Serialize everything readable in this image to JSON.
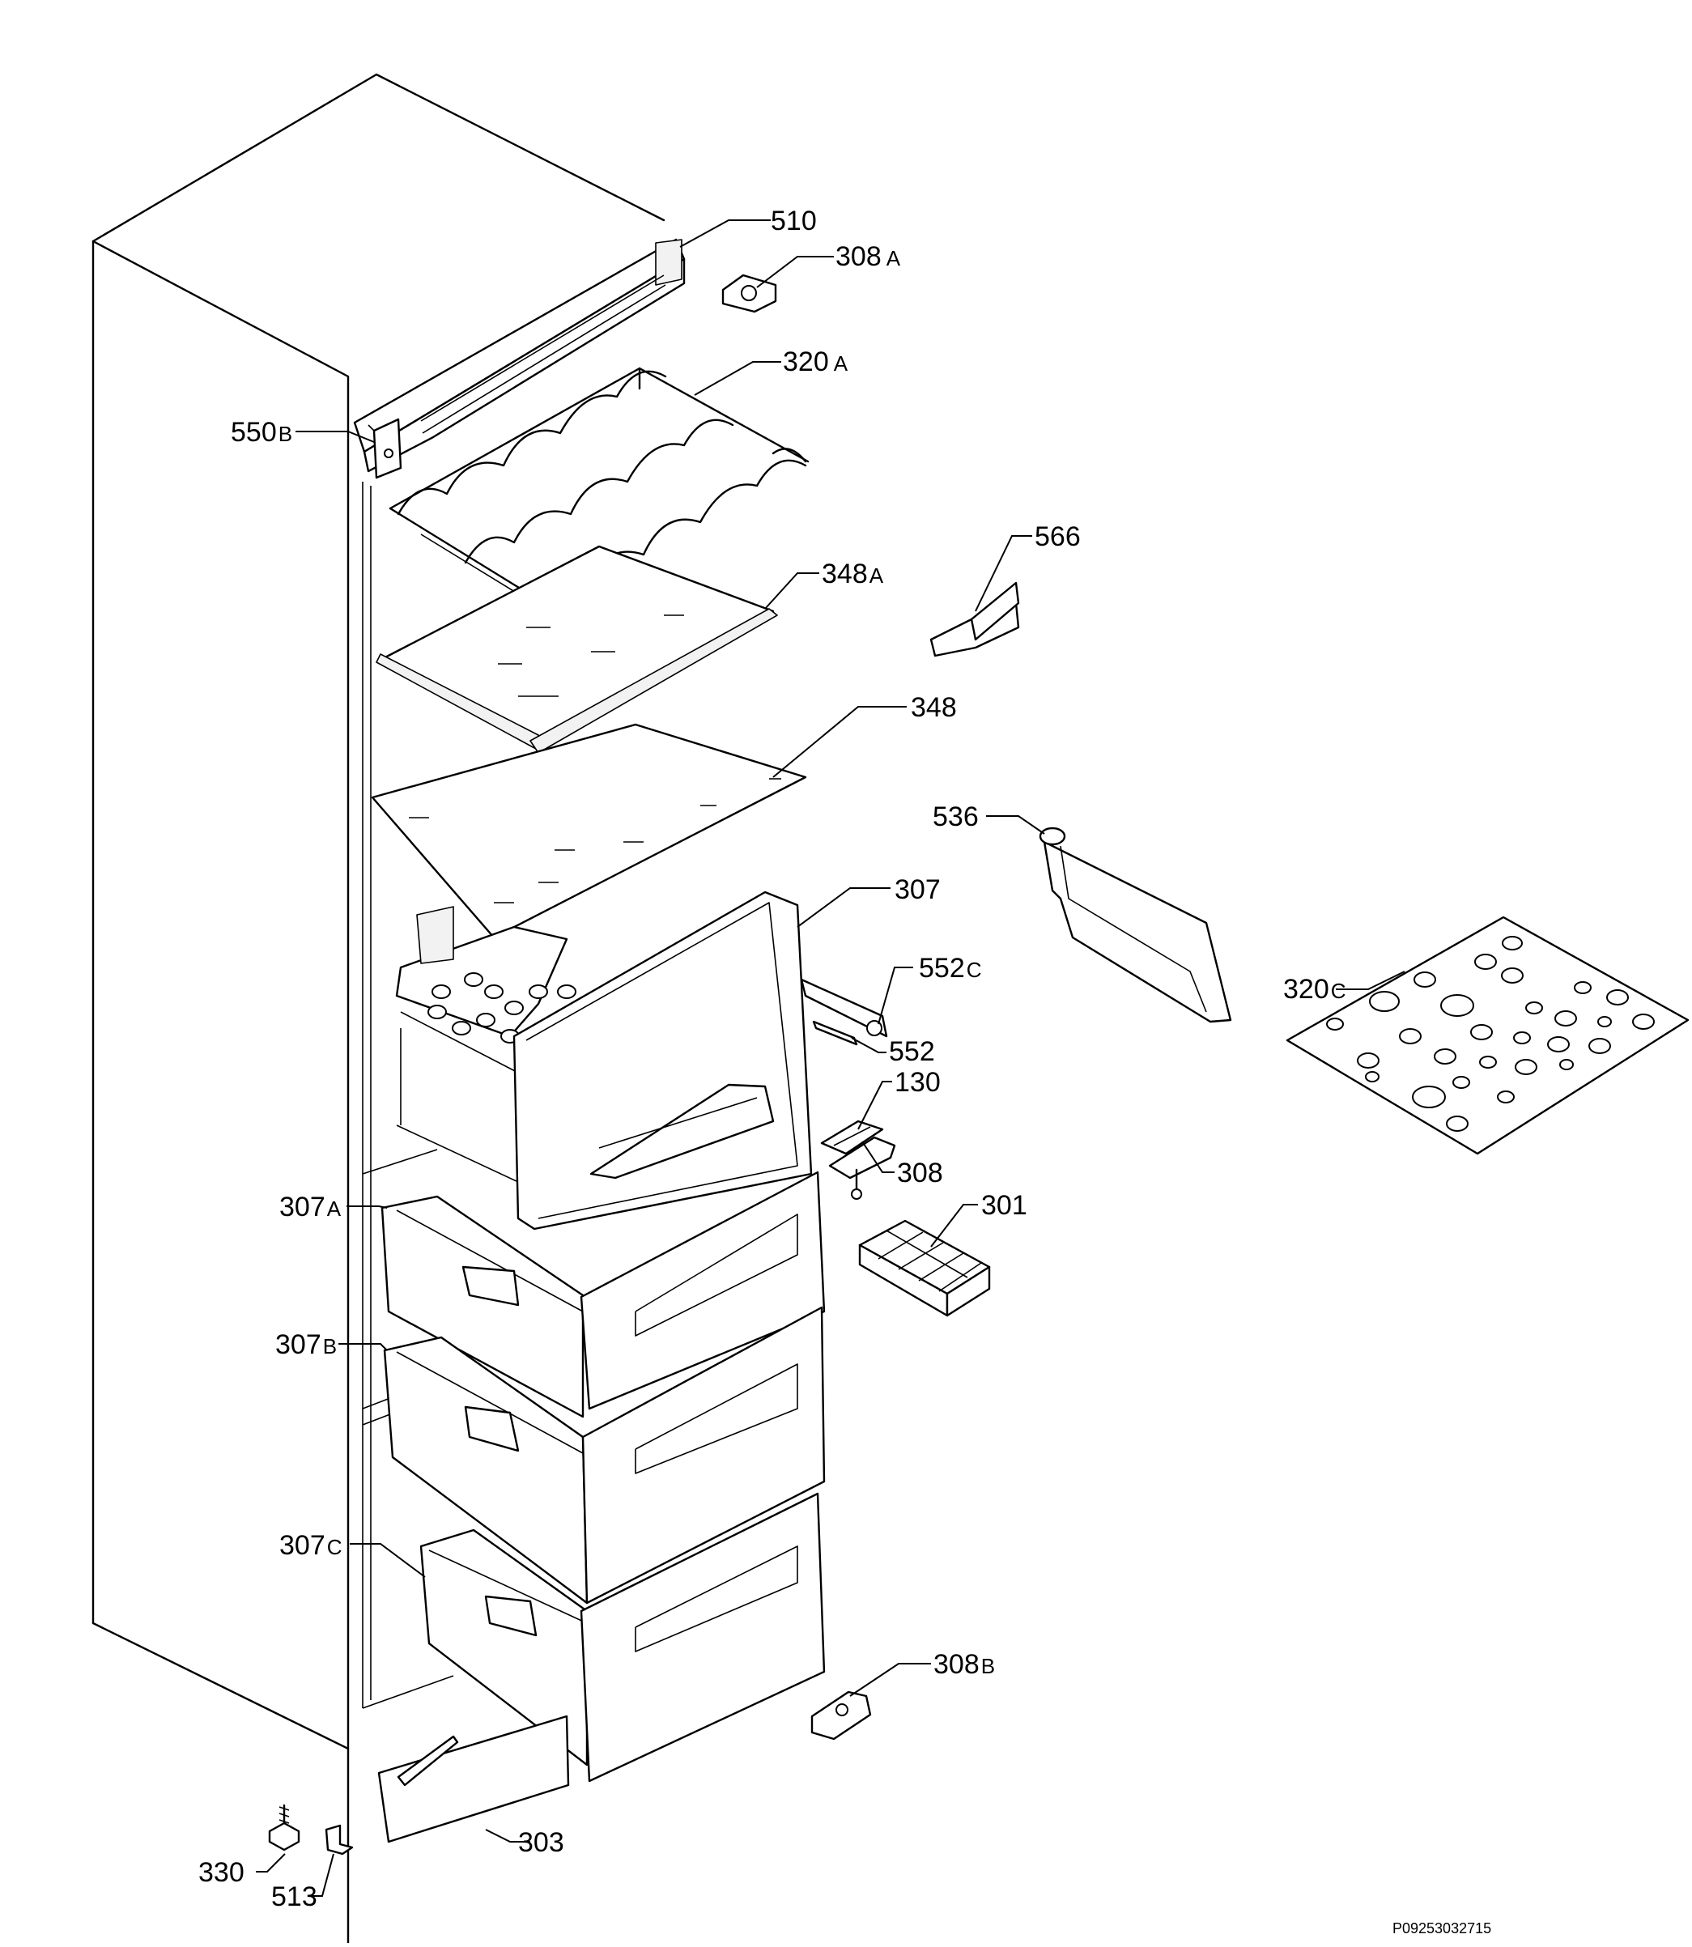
{
  "callouts": [
    {
      "id": "510",
      "num": "510",
      "suffix": ""
    },
    {
      "id": "308a",
      "num": "308",
      "suffix": "A"
    },
    {
      "id": "320a",
      "num": "320",
      "suffix": "A"
    },
    {
      "id": "550b",
      "num": "550",
      "suffix": "B"
    },
    {
      "id": "566",
      "num": "566",
      "suffix": ""
    },
    {
      "id": "348a",
      "num": "348",
      "suffix": "A"
    },
    {
      "id": "348",
      "num": "348",
      "suffix": ""
    },
    {
      "id": "536",
      "num": "536",
      "suffix": ""
    },
    {
      "id": "307",
      "num": "307",
      "suffix": ""
    },
    {
      "id": "552c",
      "num": "552",
      "suffix": "C"
    },
    {
      "id": "320c",
      "num": "320",
      "suffix": "C"
    },
    {
      "id": "552",
      "num": "552",
      "suffix": ""
    },
    {
      "id": "130",
      "num": "130",
      "suffix": ""
    },
    {
      "id": "308",
      "num": "308",
      "suffix": ""
    },
    {
      "id": "301",
      "num": "301",
      "suffix": ""
    },
    {
      "id": "307a",
      "num": "307",
      "suffix": "A"
    },
    {
      "id": "307b",
      "num": "307",
      "suffix": "B"
    },
    {
      "id": "307c",
      "num": "307",
      "suffix": "C"
    },
    {
      "id": "308b",
      "num": "308",
      "suffix": "B"
    },
    {
      "id": "303",
      "num": "303",
      "suffix": ""
    },
    {
      "id": "330",
      "num": "330",
      "suffix": ""
    },
    {
      "id": "513",
      "num": "513",
      "suffix": ""
    }
  ],
  "drawing_code": "P09253032715"
}
